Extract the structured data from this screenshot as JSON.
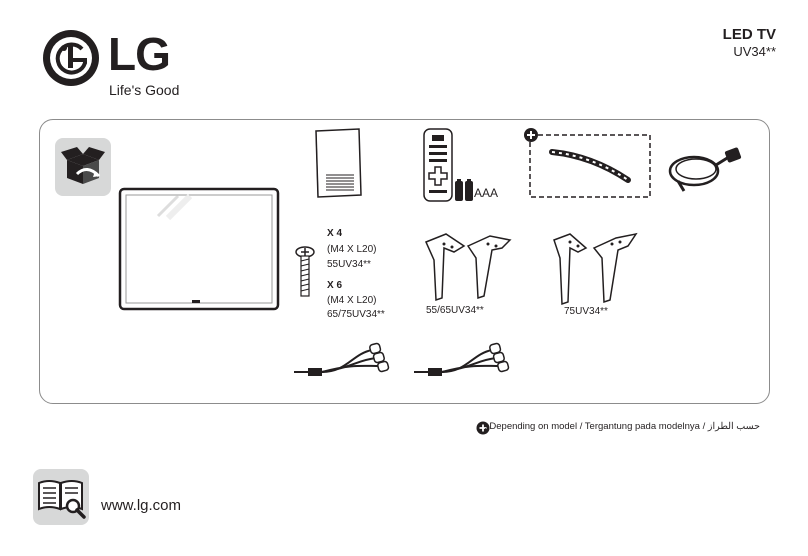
{
  "header": {
    "brand": "LG",
    "slogan": "Life's Good",
    "title": "LED TV",
    "model": "UV34**"
  },
  "accessories": {
    "battery_label": "AAA",
    "screw_x4": {
      "count": "X 4",
      "spec": "(M4 X L20)",
      "model": "55UV34**"
    },
    "screw_x6": {
      "count": "X 6",
      "spec": "(M4 X L20)",
      "model": "65/75UV34**"
    },
    "stand_a_model": "55/65UV34**",
    "stand_b_model": "75UV34**"
  },
  "footnote": ": Depending on model / Tergantung pada modelnya / حسب الطراز",
  "footer": {
    "url": "www.lg.com"
  }
}
